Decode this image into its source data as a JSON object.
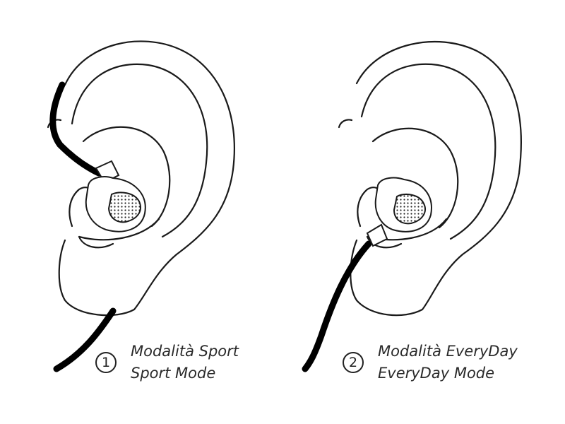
{
  "panels": [
    {
      "number": "1",
      "label_it": "Modalità Sport",
      "label_en": "Sport Mode"
    },
    {
      "number": "2",
      "label_it": "Modalità EveryDay",
      "label_en": "EveryDay Mode"
    }
  ],
  "colors": {
    "line": "#1a1a1a",
    "cable": "#000000",
    "background": "#ffffff"
  }
}
